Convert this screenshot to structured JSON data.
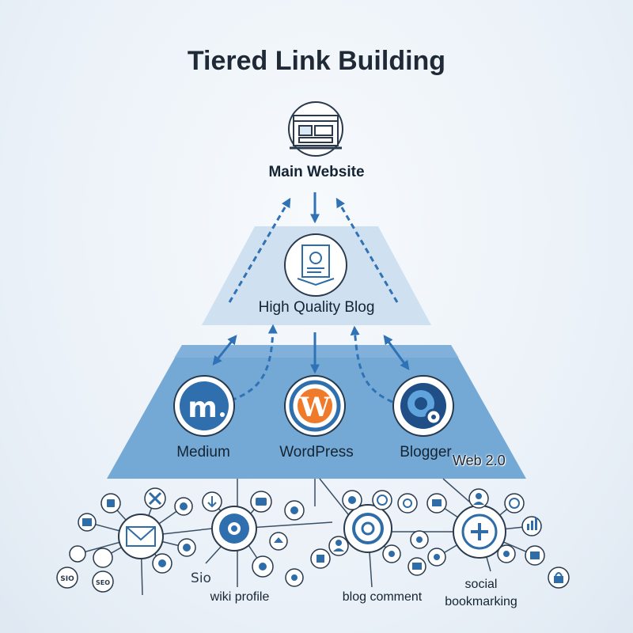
{
  "title": "Tiered Link Building",
  "tier0": {
    "label": "Main Website",
    "icon": "website-window-icon"
  },
  "tier1": {
    "label": "High Quality Blog",
    "icon": "blog-document-icon"
  },
  "tier2": {
    "label": "Web 2.0",
    "items": [
      {
        "label": "Medium",
        "icon": "medium-logo-icon"
      },
      {
        "label": "WordPress",
        "icon": "wordpress-logo-icon"
      },
      {
        "label": "Blogger",
        "icon": "blogger-logo-icon"
      }
    ]
  },
  "tier3": {
    "items": [
      {
        "label": "wiki profile"
      },
      {
        "label": "blog comment"
      },
      {
        "label": "social",
        "label2": "bookmarking"
      }
    ],
    "small_texts": [
      "SIO",
      "SEO",
      "Sio"
    ]
  },
  "colors": {
    "title": "#1f2a36",
    "tier1_fill": "#cfe1f1",
    "tier2_fill": "#6fa6d4",
    "arrow": "#2f72b5",
    "icon_stroke": "#2e6da8"
  }
}
